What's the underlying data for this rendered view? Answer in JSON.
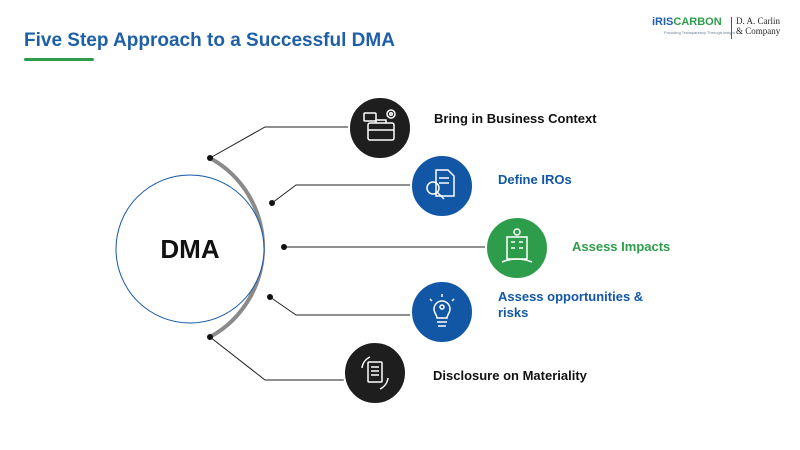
{
  "header": {
    "title": "Five Step Approach to a Successful DMA",
    "accent_color": "#2e9d4b",
    "title_color": "#1f5fa8"
  },
  "logo": {
    "brand_prefix": "iRIS",
    "brand_suffix": "CARBON",
    "tagline": "Providing Transparency Through Insight",
    "company_line1": "D. A. Carlin",
    "company_line2": "& Company"
  },
  "diagram": {
    "center_label": "DMA",
    "steps": [
      {
        "label": "Bring in Business Context",
        "icon": "briefcase-gear-icon",
        "circle_color": "#1e1e1e",
        "text_color": "#111111"
      },
      {
        "label": "Define IROs",
        "icon": "document-search-icon",
        "circle_color": "#1257a6",
        "text_color": "#1257a6"
      },
      {
        "label": "Assess Impacts",
        "icon": "building-impact-icon",
        "circle_color": "#2e9d4b",
        "text_color": "#2e9d4b"
      },
      {
        "label": "Assess opportunities & risks",
        "icon": "lightbulb-person-icon",
        "circle_color": "#1257a6",
        "text_color": "#1257a6"
      },
      {
        "label": "Disclosure on Materiality",
        "icon": "document-cycle-icon",
        "circle_color": "#1e1e1e",
        "text_color": "#111111"
      }
    ]
  }
}
